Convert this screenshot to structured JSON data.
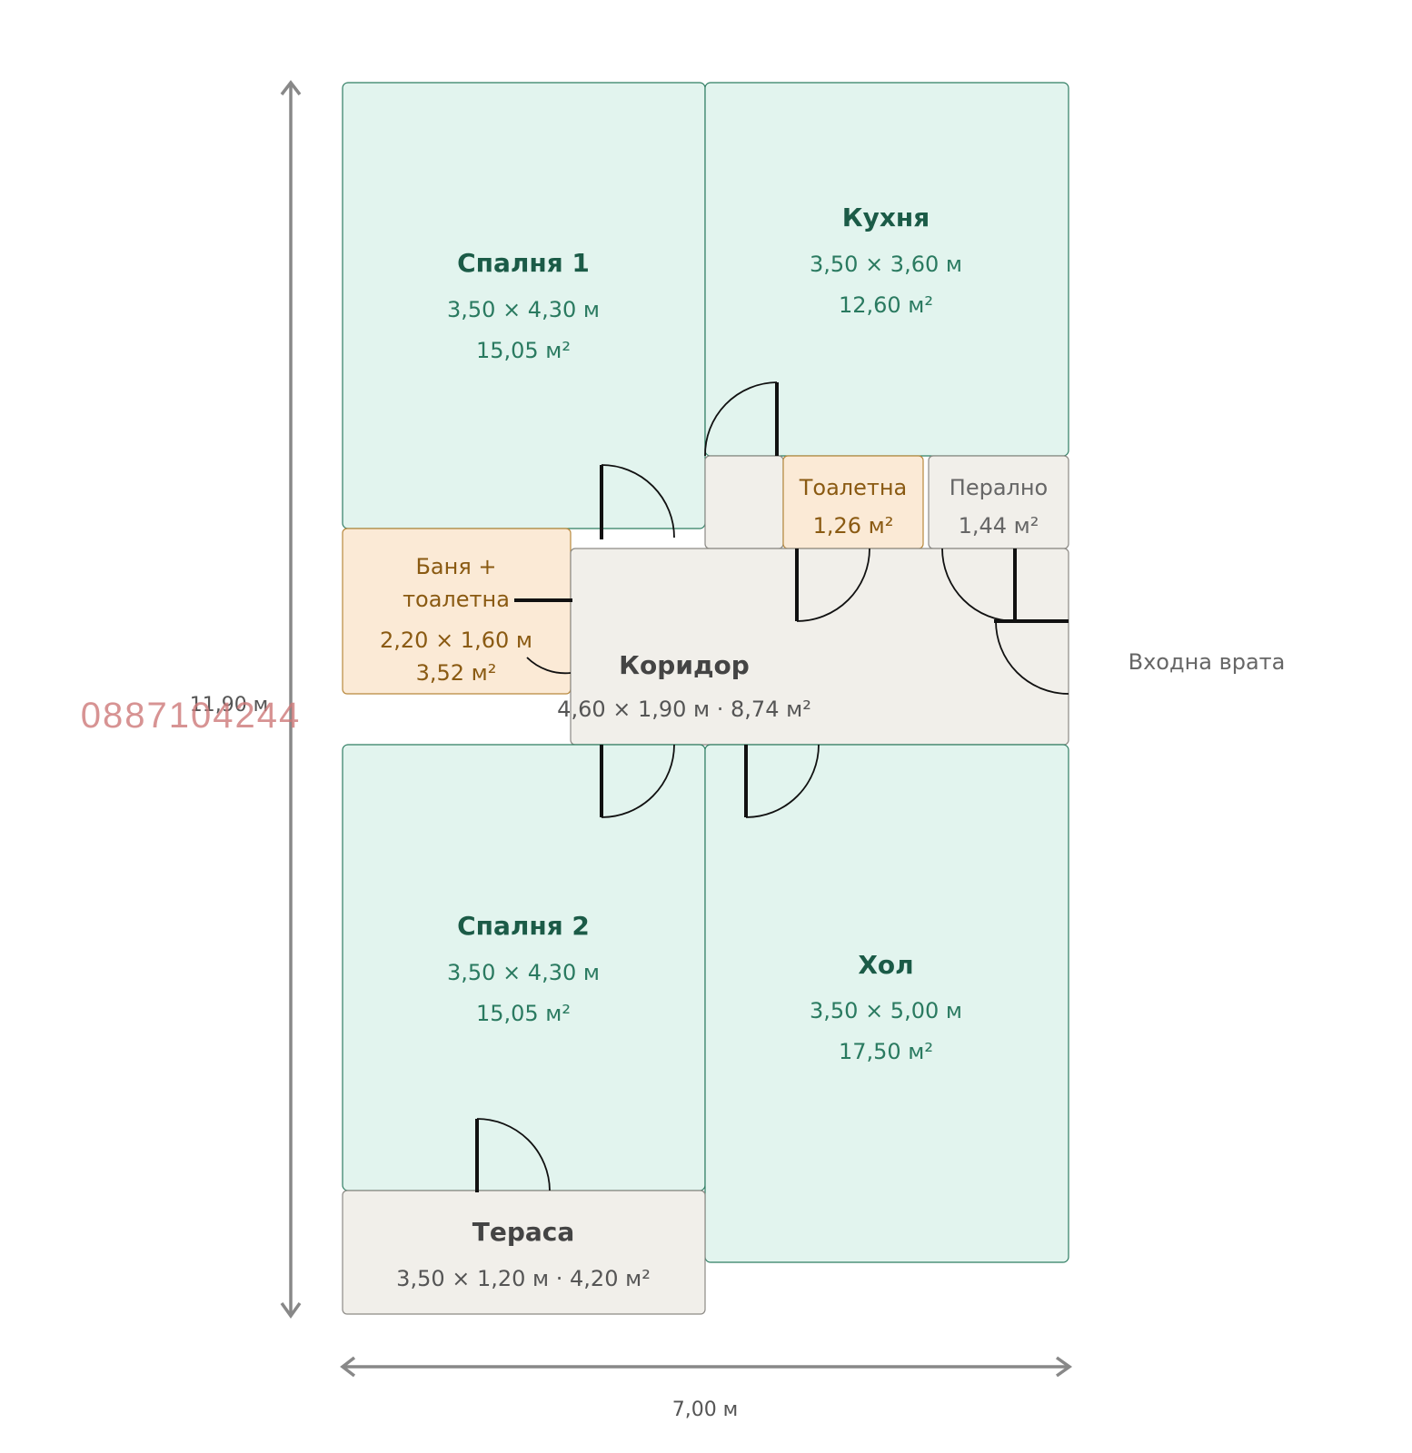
{
  "rooms": {
    "bedroom1": {
      "name": "Спалня 1",
      "dims": "3,50 × 4,30 м",
      "area": "15,05 м²"
    },
    "kitchen": {
      "name": "Кухня",
      "dims": "3,50 × 3,60 м",
      "area": "12,60 м²"
    },
    "toilet": {
      "name": "Тоалетна",
      "area": "1,26 м²"
    },
    "laundry": {
      "name": "Перално",
      "area": "1,44 м²"
    },
    "bathroom": {
      "name_line1": "Баня +",
      "name_line2": "тоалетна",
      "dims": "2,20 × 1,60 м",
      "area": "3,52 м²"
    },
    "corridor": {
      "name": "Коридор",
      "info": "4,60 × 1,90 м · 8,74 м²"
    },
    "bedroom2": {
      "name": "Спалня 2",
      "dims": "3,50 × 4,30 м",
      "area": "15,05 м²"
    },
    "living": {
      "name": "Хол",
      "dims": "3,50 × 5,00 м",
      "area": "17,50 м²"
    },
    "terrace": {
      "name": "Тераса",
      "info": "3,50 × 1,20 м · 4,20 м²"
    }
  },
  "entrance_label": "Входна врата",
  "dimensions": {
    "height": "11,90 м",
    "width": "7,00 м"
  },
  "watermark": "0887104244",
  "colors": {
    "room_green": "#e2f4ee",
    "room_beige": "#fbead6",
    "room_grey": "#f1efea",
    "text_green": "#1b5b47",
    "text_brown": "#8a5a12"
  }
}
